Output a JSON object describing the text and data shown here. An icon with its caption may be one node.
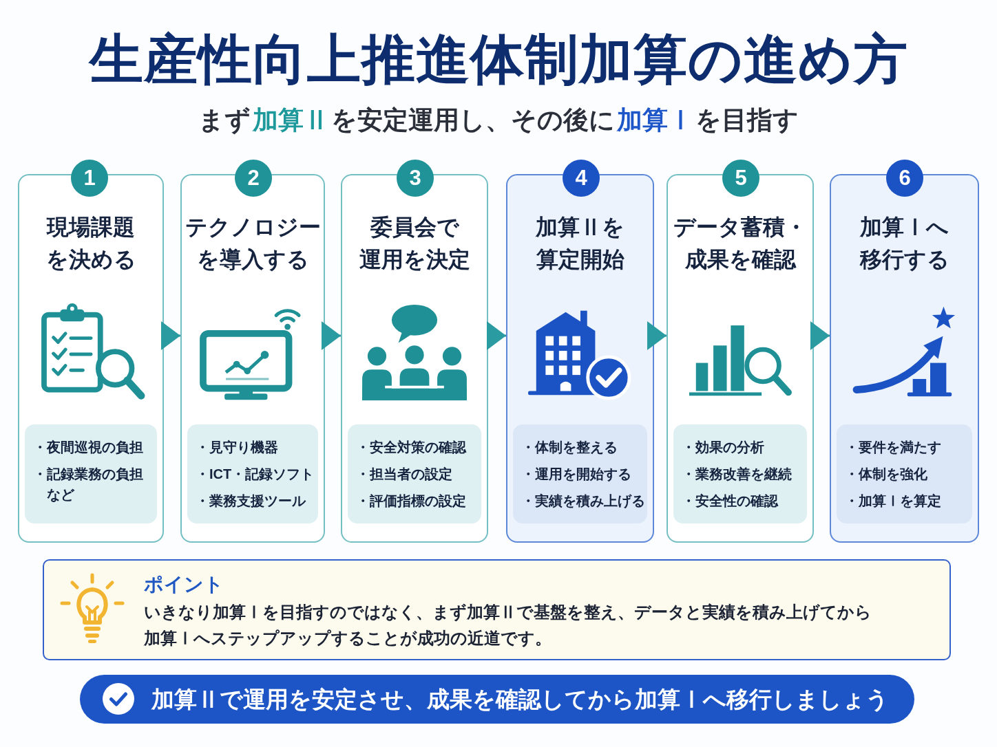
{
  "diagram": {
    "title": "生産性向上推進体制加算の進め方",
    "nodes": [
      {
        "text": [
          "1"
        ]
      },
      {
        "text": [
          "現場課題を決める"
        ]
      },
      {
        "text": [
          "・夜間巡視の負担",
          "・記録業務の負担など"
        ],
        "in": 1
      },
      {
        "text": [
          "2"
        ]
      },
      {
        "text": [
          "テクノロジーを導入する"
        ]
      },
      {
        "text": [
          "・見守り機器",
          "・ICT・記録ソフト",
          "・業務支援ツール"
        ],
        "in": 4
      },
      {
        "text": [
          "3"
        ]
      },
      {
        "text": [
          "委員会で運用を決定"
        ]
      },
      {
        "text": [
          "・安全対策の確認",
          "・担当者の設定",
          "・評価指標の設定"
        ],
        "in": 7
      },
      {
        "text": [
          "4"
        ]
      },
      {
        "text": [
          "加算Ⅱを算定開始"
        ]
      },
      {
        "text": [
          "・体制を整える",
          "・運用を開始する",
          "・実績を積み上げる"
        ],
        "in": 10
      },
      {
        "text": [
          "5"
        ]
      },
      {
        "text": [
          "データ蓄積・成果を確認"
        ]
      },
      {
        "text": [
          "・効果の分析",
          "・業務改善を継続",
          "・安全性の確認"
        ],
        "in": 13
      },
      {
        "text": [
          "6"
        ]
      },
      {
        "text": [
          "加算Ⅰへ移行する"
        ]
      },
      {
        "text": [
          "・要件を満たす",
          "・体制を強化",
          "・加算Ⅰを算定"
        ],
        "in": 16
      },
      {
        "text": [
          "ポイント",
          "いきなり加算Ⅰを目指すのではなく、まず加算Ⅱで基盤を整え、データと実績を積み上げてから加算Ⅰへステップアップすることが成功の近道です。"
        ]
      },
      {
        "text": [
          "加算Ⅱで運用を安定させ、成果を確認してから加算Ⅰへ移行しましょう"
        ]
      }
    ],
    "edges": [
      {
        "from": 1,
        "to": 4,
        "arrow": "to"
      },
      {
        "from": 4,
        "to": 7,
        "arrow": "to"
      },
      {
        "from": 7,
        "to": 10,
        "arrow": "to"
      },
      {
        "from": 10,
        "to": 13,
        "arrow": "to"
      },
      {
        "from": 13,
        "to": 16,
        "arrow": "to"
      }
    ],
    "labels": [
      "まず**加算Ⅱ**を安定運用し、その後に**加算Ⅰ**を目指す"
    ]
  }
}
